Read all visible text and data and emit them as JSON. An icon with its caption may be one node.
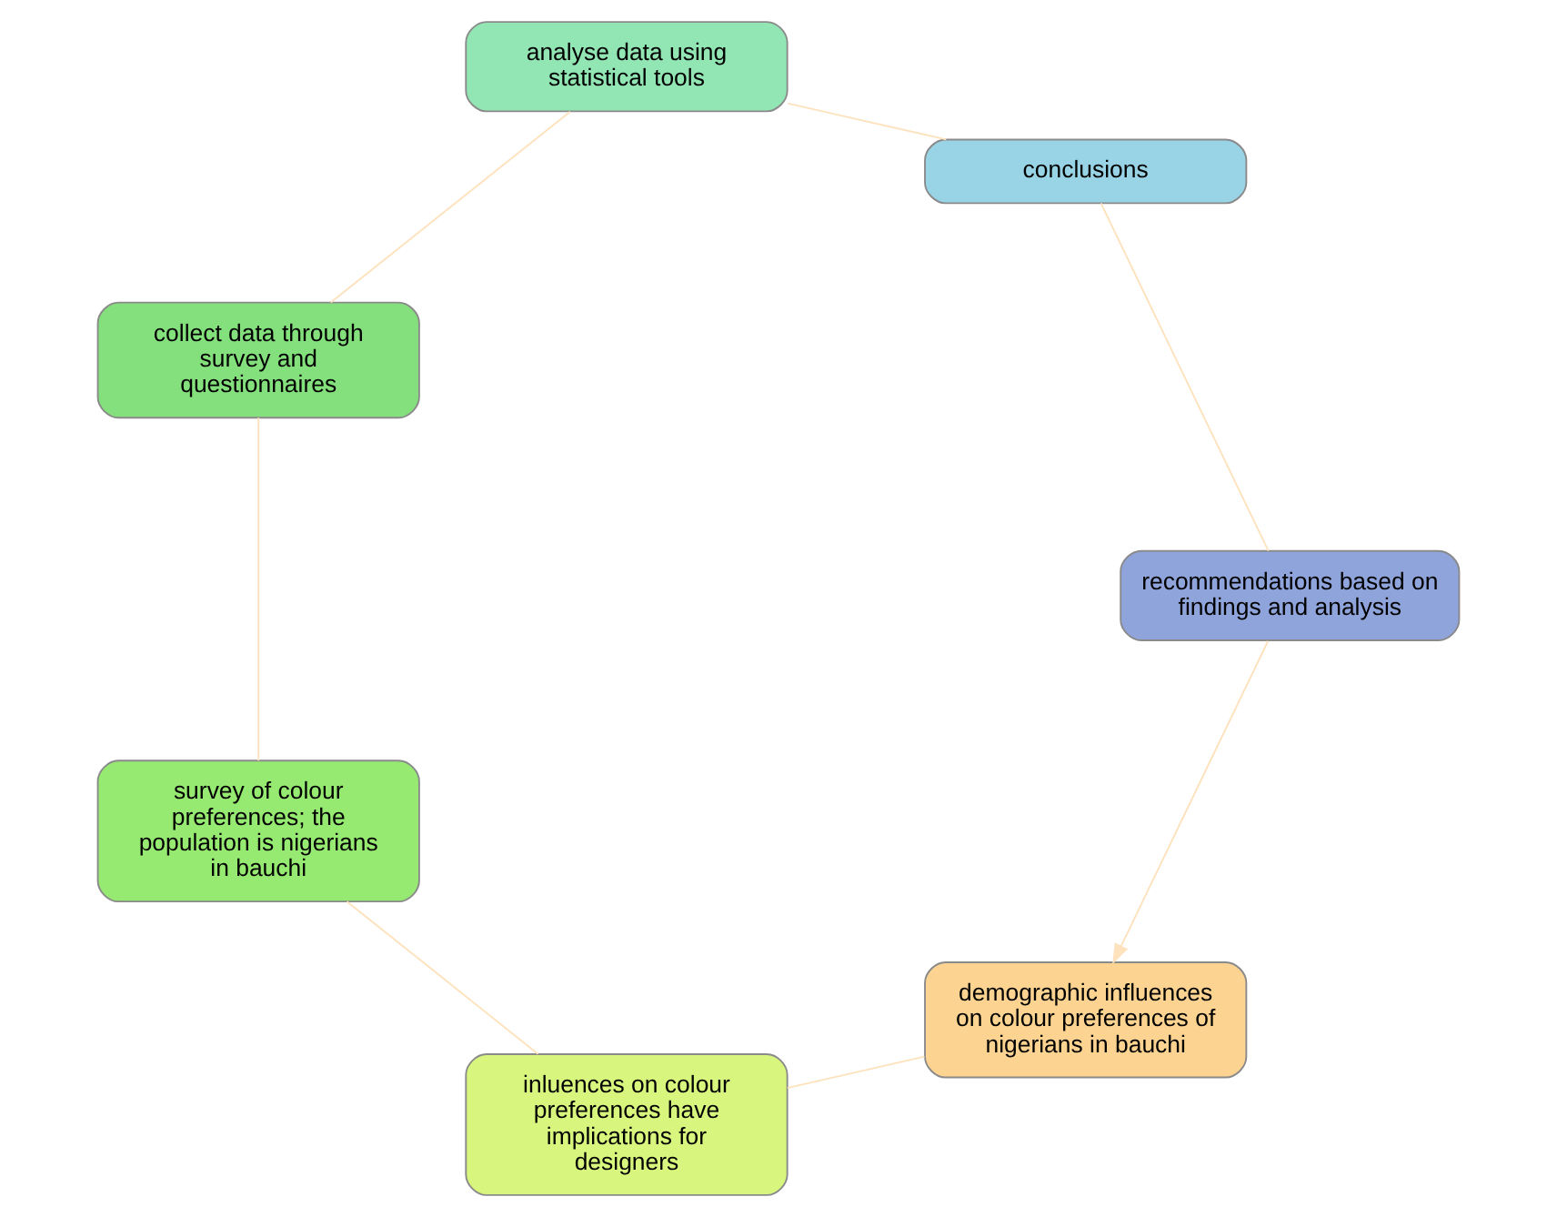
{
  "diagram": {
    "nodes": [
      {
        "text": [
          "demographic influences on colour preferences of nigerians in bauchi"
        ]
      },
      {
        "text": [
          "inluences on colour preferences have implications for designers"
        ]
      },
      {
        "text": [
          "survey of colour preferences; the population is nigerians in bauchi"
        ]
      },
      {
        "text": [
          "collect data through survey and questionnaires"
        ]
      },
      {
        "text": [
          "analyse data using statistical tools"
        ]
      },
      {
        "text": [
          "conclusions"
        ]
      },
      {
        "text": [
          "recommendations based on findings and analysis"
        ]
      }
    ],
    "edges": [
      {
        "from": 0,
        "to": 1,
        "arrow": "none"
      },
      {
        "from": 1,
        "to": 2,
        "arrow": "none"
      },
      {
        "from": 2,
        "to": 3,
        "arrow": "none"
      },
      {
        "from": 3,
        "to": 4,
        "arrow": "none"
      },
      {
        "from": 4,
        "to": 5,
        "arrow": "none"
      },
      {
        "from": 5,
        "to": 6,
        "arrow": "none"
      },
      {
        "from": 6,
        "to": 0,
        "arrow": "to"
      }
    ]
  }
}
